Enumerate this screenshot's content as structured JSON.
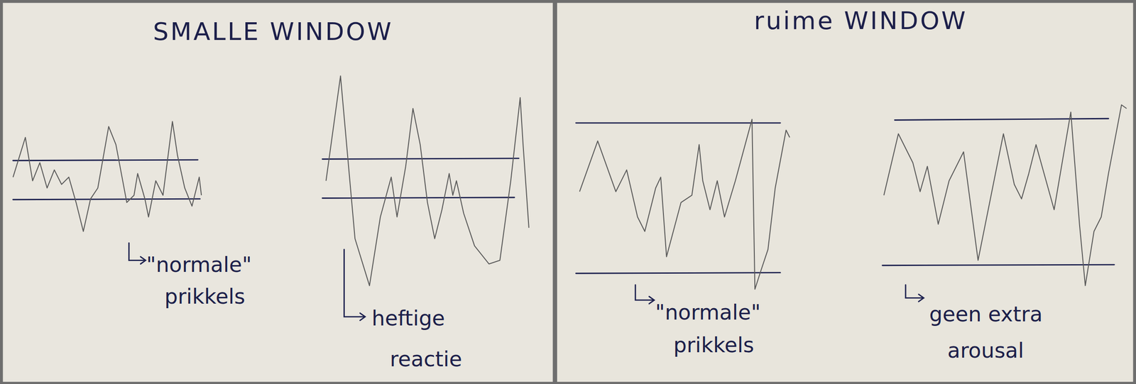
{
  "diagram": {
    "labels": [
      "SMALLE WINDOW",
      "ruime WINDOW",
      "\"normale\" prikkels",
      "heftige reactie",
      "\"normale\" prikkels",
      "geen extra arousal"
    ]
  }
}
